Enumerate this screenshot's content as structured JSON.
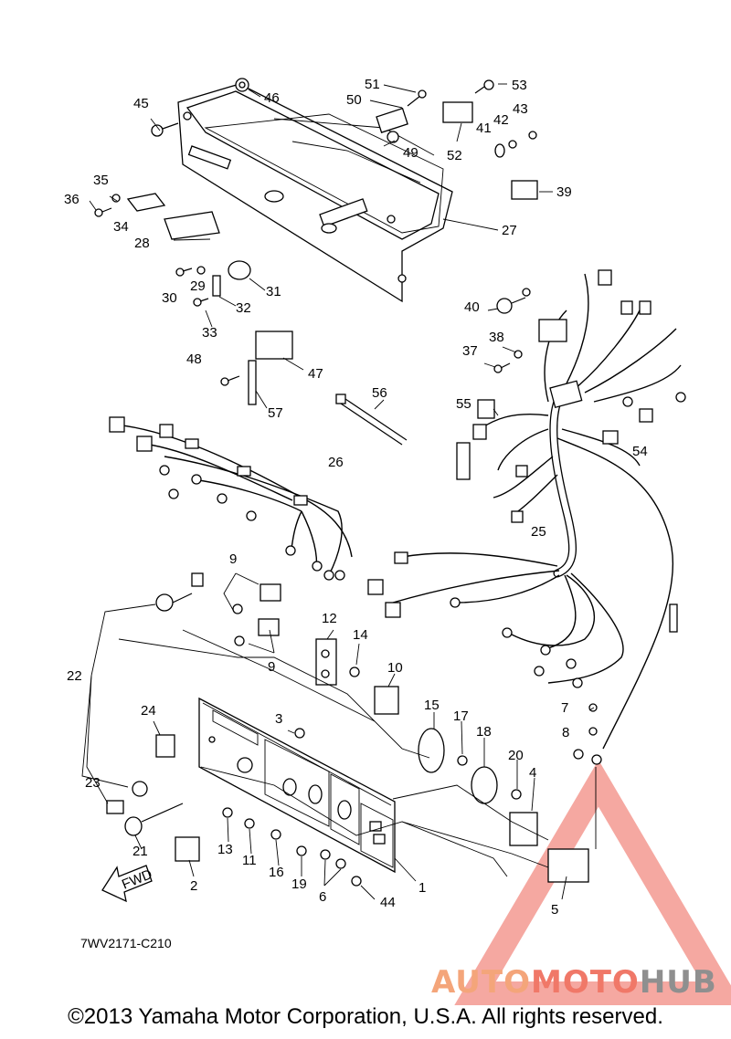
{
  "diagram_code": "7WV2171-C210",
  "fwd_label": "FWD",
  "copyright": "©2013 Yamaha Motor Corporation, U.S.A. All rights reserved.",
  "watermark": {
    "part1": "AUTO",
    "part2": "MOTO",
    "part3": "HUB",
    "color_primary": "#f4a57a",
    "color_secondary": "#f07868",
    "color_dark": "#9a9a9a",
    "triangle_color": "#ef5350"
  },
  "callouts": {
    "c1": "1",
    "c2": "2",
    "c3": "3",
    "c4": "4",
    "c5": "5",
    "c6": "6",
    "c7": "7",
    "c8": "8",
    "c9a": "9",
    "c9b": "9",
    "c10": "10",
    "c11": "11",
    "c12": "12",
    "c13": "13",
    "c14": "14",
    "c15": "15",
    "c16": "16",
    "c17": "17",
    "c18": "18",
    "c19": "19",
    "c20": "20",
    "c21": "21",
    "c22": "22",
    "c23": "23",
    "c24": "24",
    "c25": "25",
    "c26": "26",
    "c27": "27",
    "c28": "28",
    "c29": "29",
    "c30": "30",
    "c31": "31",
    "c32": "32",
    "c33": "33",
    "c34": "34",
    "c35": "35",
    "c36": "36",
    "c37": "37",
    "c38": "38",
    "c39": "39",
    "c40": "40",
    "c41": "41",
    "c42": "42",
    "c43": "43",
    "c44": "44",
    "c45": "45",
    "c46": "46",
    "c47": "47",
    "c48": "48",
    "c49": "49",
    "c50": "50",
    "c51": "51",
    "c52": "52",
    "c53": "53",
    "c54": "54",
    "c55": "55",
    "c56": "56",
    "c57": "57"
  }
}
